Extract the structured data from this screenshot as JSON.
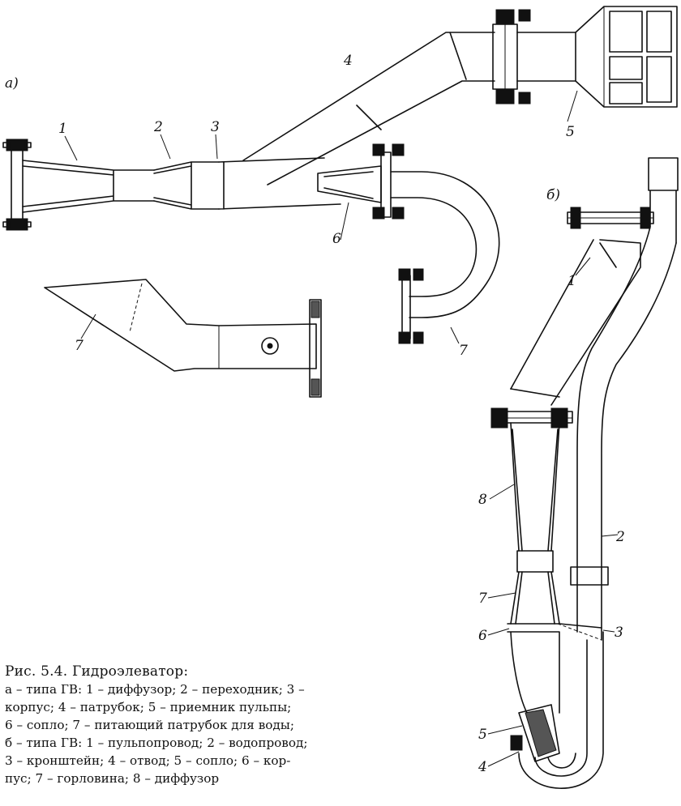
{
  "figure": {
    "part_a": {
      "tag": "а)",
      "labels": {
        "l1": "1",
        "l2": "2",
        "l3": "3",
        "l4": "4",
        "l5": "5",
        "l6": "6",
        "l7a": "7",
        "l7b": "7"
      }
    },
    "part_b": {
      "tag": "б)",
      "labels": {
        "l1": "1",
        "l2": "2",
        "l3": "3",
        "l4": "4",
        "l5": "5",
        "l6": "6",
        "l7": "7",
        "l8": "8"
      }
    }
  },
  "caption": {
    "title": "Рис. 5.4. Гидроэлеватор:",
    "lines": [
      "а – типа ГВ: 1 – диффузор; 2 – переходник; 3 –",
      "корпус; 4 – патрубок; 5 – приемник пульпы;",
      "6 – сопло; 7 – питающий патрубок для воды;",
      "б – типа ГВ: 1 – пульпопровод; 2 – водопровод;",
      "3 – кронштейн; 4 – отвод; 5 – сопло; 6 – кор-",
      "пус; 7 – горловина; 8 – диффузор"
    ]
  }
}
